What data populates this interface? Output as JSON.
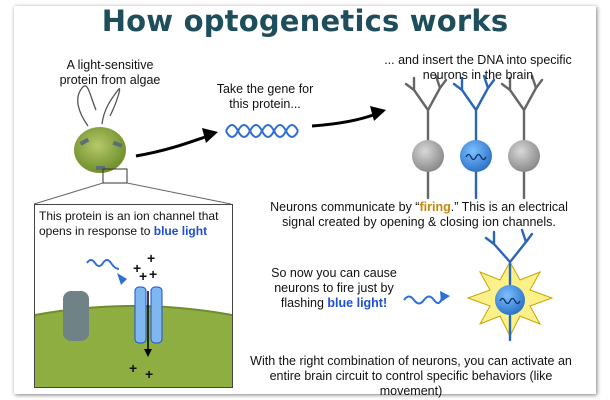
{
  "title": "How optogenetics works",
  "algae_label": "A light-sensitive protein from algae",
  "gene_label": "Take the gene for this protein...",
  "insert_label": "... and insert the DNA into specific neurons in the brain",
  "ion_channel": {
    "text": "This protein is an ion channel that opens in response to ",
    "highlight": "blue light"
  },
  "firing": {
    "before": "Neurons communicate by “",
    "word": "firing",
    "after": ".”  This is an electrical signal created by opening & closing ion channels."
  },
  "cause": {
    "text": "So now you can cause neurons to fire just by flashing ",
    "highlight": "blue light!"
  },
  "circuit_label": "With the right combination of neurons, you can activate an entire brain circuit to control specific behaviors (like movement)",
  "ions": [
    "+",
    "+",
    "+",
    "+",
    "+",
    "+"
  ],
  "colors": {
    "title": "#1e4d5c",
    "accent_blue": "#1e4fd6",
    "firing_orange": "#c8870a",
    "algae_green": "#8aa83c",
    "neuron_gray": "#9a9a9a",
    "neuron_blue": "#3a8ee0",
    "spark_yellow": "#fbf08a"
  }
}
